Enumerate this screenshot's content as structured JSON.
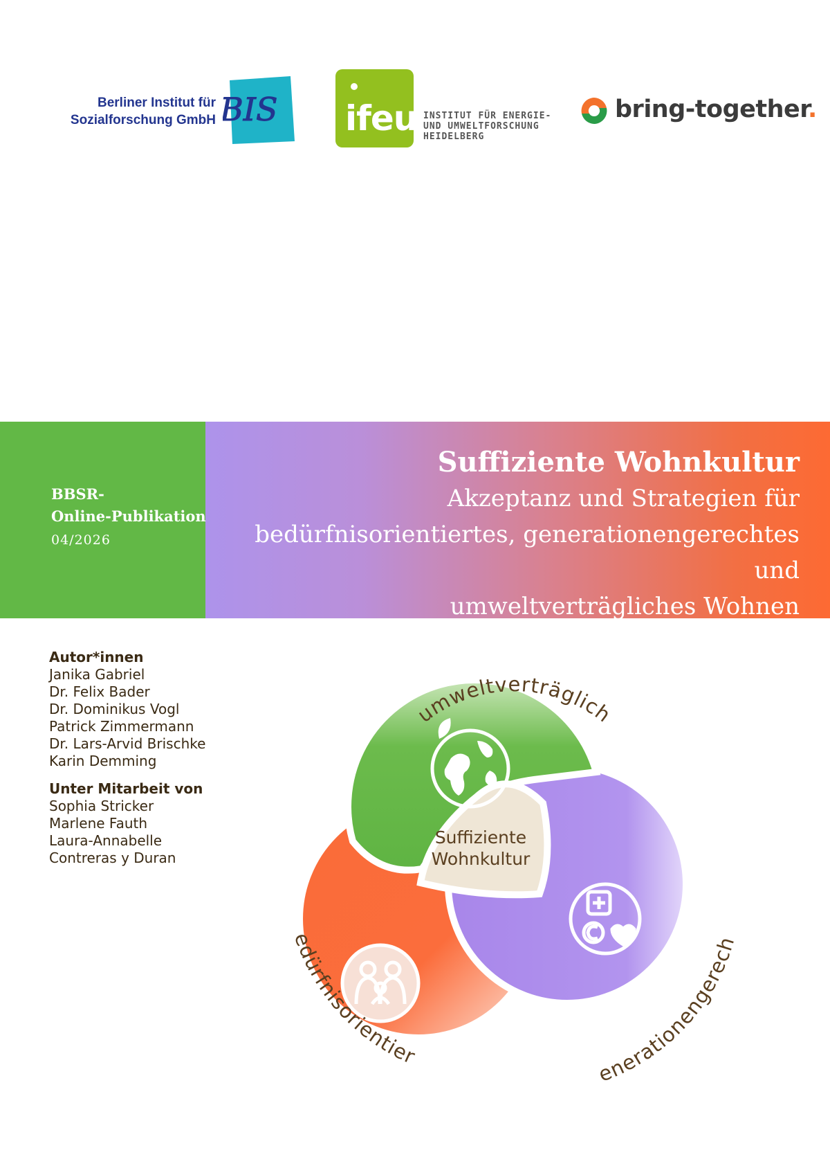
{
  "logos": {
    "bis": {
      "name_line1": "Berliner Institut für",
      "name_line2": "Sozialforschung GmbH",
      "mark": "BIS",
      "colors": {
        "square": "#1fb3c8",
        "text": "#23358f"
      }
    },
    "ifeu": {
      "word": "ifeu",
      "caption_line1": "INSTITUT FÜR ENERGIE-",
      "caption_line2": "UND UMWELTFORSCHUNG",
      "caption_line3": "HEIDELBERG",
      "color": "#93c01f"
    },
    "bring_together": {
      "word": "bring-together",
      "dot": ".",
      "colors": {
        "orange": "#f3722c",
        "green": "#2a9c48"
      }
    }
  },
  "series": {
    "line1": "BBSR-",
    "line2": "Online-Publikation",
    "number": "04/2026"
  },
  "title": {
    "main": "Suffiziente Wohnkultur",
    "subtitle_lines": [
      "Akzeptanz und Strategien für",
      "bedürfnisorientiertes, generationengerechtes und",
      "umweltverträgliches Wohnen"
    ]
  },
  "authors": {
    "heading": "Autor*innen",
    "names": [
      "Janika Gabriel",
      "Dr. Felix Bader",
      "Dr. Dominikus Vogl",
      "Patrick Zimmermann",
      "Dr. Lars-Arvid Brischke",
      "Karin Demming"
    ]
  },
  "collaborators": {
    "heading": "Unter Mitarbeit von",
    "names": [
      "Sophia Stricker",
      "Marlene Fauth",
      "Laura-Annabelle",
      "Contreras y Duran"
    ]
  },
  "diagram": {
    "center_line1": "Suffiziente",
    "center_line2": "Wohnkultur",
    "label_top": "umweltverträglich",
    "label_left": "bedürfnisorientiert",
    "label_right": "generationengerecht",
    "icons": [
      "globe-leaf-icon",
      "family-heart-icon",
      "health-euro-heart-icon"
    ],
    "colors": {
      "green": "#62b846",
      "purple": "#ad8bea",
      "orange": "#f76a3c",
      "center": "#efe6d6",
      "label": "#5a3f20"
    }
  },
  "colors": {
    "banner_green": "#62b846",
    "gradient_start": "#ad93eb",
    "gradient_end": "#fd6a33"
  }
}
